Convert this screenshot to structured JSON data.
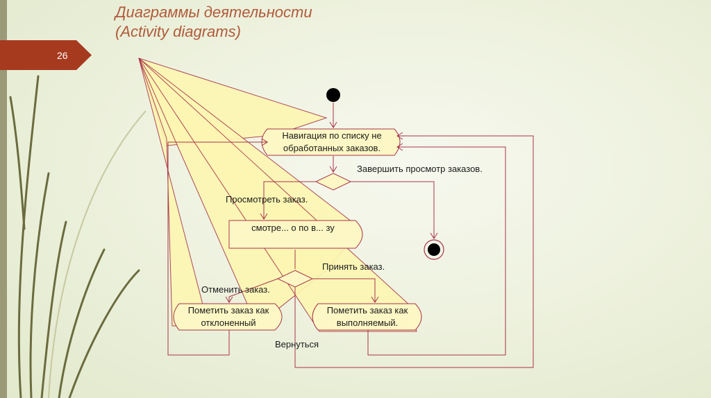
{
  "slide": {
    "title_line1": "Диаграммы деятельности",
    "title_line2": "(Activity diagrams)",
    "number": "26"
  },
  "diagram": {
    "nodes": {
      "navigate": "Навигация по списку не обработанных заказов.",
      "view_partial": "смотре... о по в... зу",
      "mark_rejected": "Пометить заказ как отклоненный",
      "mark_done": "Пометить заказ как выполняемый."
    },
    "labels": {
      "finish": "Завершить просмотр заказов.",
      "view_order": "Просмотреть заказ.",
      "accept": "Принять заказ.",
      "cancel": "Отменить заказ.",
      "return": "Вернуться"
    }
  },
  "colors": {
    "accent": "#b05a3a",
    "line": "#a8344a",
    "callout": "#fdf7b2",
    "node_fill": "#fcf7c4"
  }
}
